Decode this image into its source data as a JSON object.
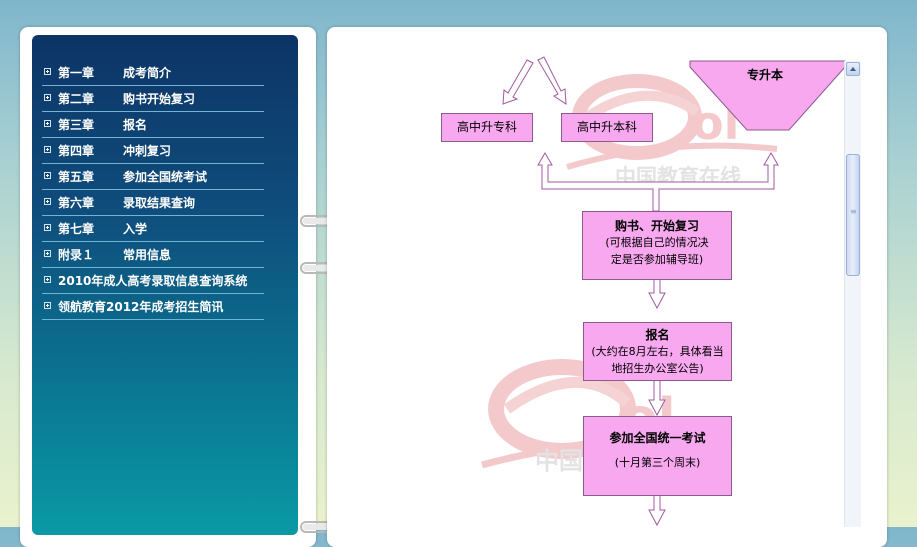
{
  "toc": {
    "items": [
      {
        "chapter": "第一章",
        "title": "成考简介"
      },
      {
        "chapter": "第二章",
        "title": "购书开始复习"
      },
      {
        "chapter": "第三章",
        "title": "报名"
      },
      {
        "chapter": "第四章",
        "title": "冲刺复习"
      },
      {
        "chapter": "第五章",
        "title": "参加全国统考试"
      },
      {
        "chapter": "第六章",
        "title": "录取结果查询"
      },
      {
        "chapter": "第七章",
        "title": "入学"
      },
      {
        "chapter": "附录１",
        "title": "常用信息"
      },
      {
        "chapter": "2010年成人高考录取信息查询系统",
        "title": ""
      },
      {
        "chapter": "领航教育2012年成考招生简讯",
        "title": ""
      }
    ]
  },
  "flowchart": {
    "zsb": "专升本",
    "gzzk": "高中升专科",
    "gzbk": "高中升本科",
    "buy": {
      "title": "购书、开始复习",
      "line1": "(可根据自己的情况决",
      "line2": "定是否参加辅导班)"
    },
    "reg": {
      "title": "报名",
      "line1": "(大约在8月左右，具体看当",
      "line2": "地招生办公室公告)"
    },
    "exam": {
      "title": "参加全国统一考试",
      "line1": "(十月第三个周末)"
    }
  },
  "watermark": {
    "logo": "eol",
    "text": "中国教育在线"
  },
  "colors": {
    "box_fill": "#f7a8ef",
    "arrow": "#ffffff",
    "toc_bg": "#0c3466"
  }
}
